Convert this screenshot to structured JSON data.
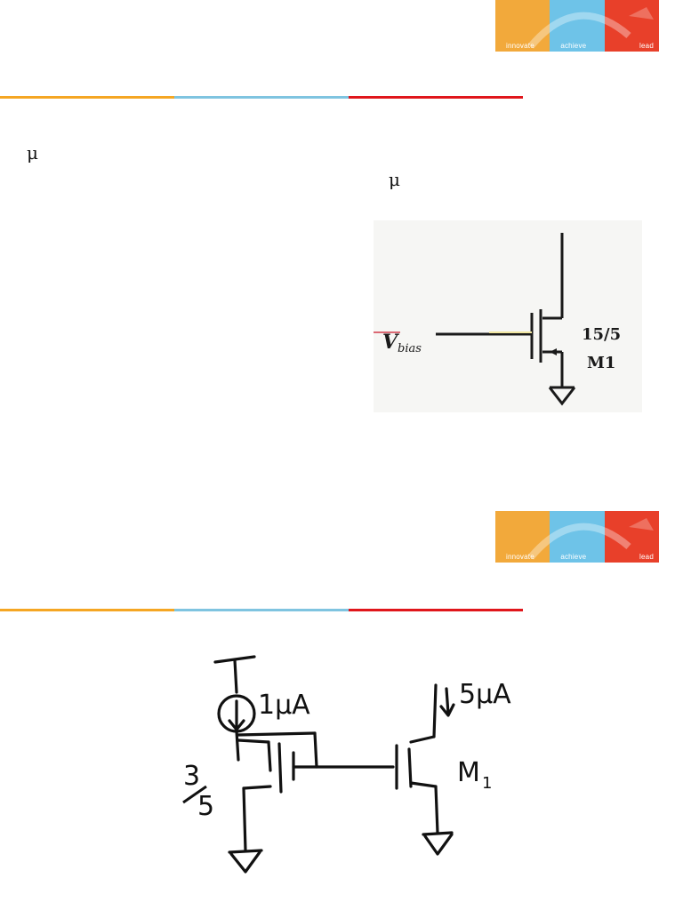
{
  "brand": {
    "logo_words": [
      "innovate",
      "achieve",
      "lead"
    ],
    "colors": {
      "orange": "#F2A93B",
      "blue": "#6EC3E8",
      "red": "#E8402A",
      "line_orange": "#F5A623",
      "line_blue": "#7FC4E0",
      "line_red": "#E0161B"
    }
  },
  "slide1": {
    "mu_left": "μ",
    "mu_right": "μ",
    "circuit": {
      "input_label": "V",
      "input_subscript": "bias",
      "size_label": "15/5",
      "device_label": "M1"
    }
  },
  "slide2": {
    "sketch": {
      "source_current": "1μA",
      "ratio_num": "3",
      "ratio_den": "5",
      "output_current": "5μA",
      "device_label": "M",
      "device_subscript": "1"
    }
  }
}
